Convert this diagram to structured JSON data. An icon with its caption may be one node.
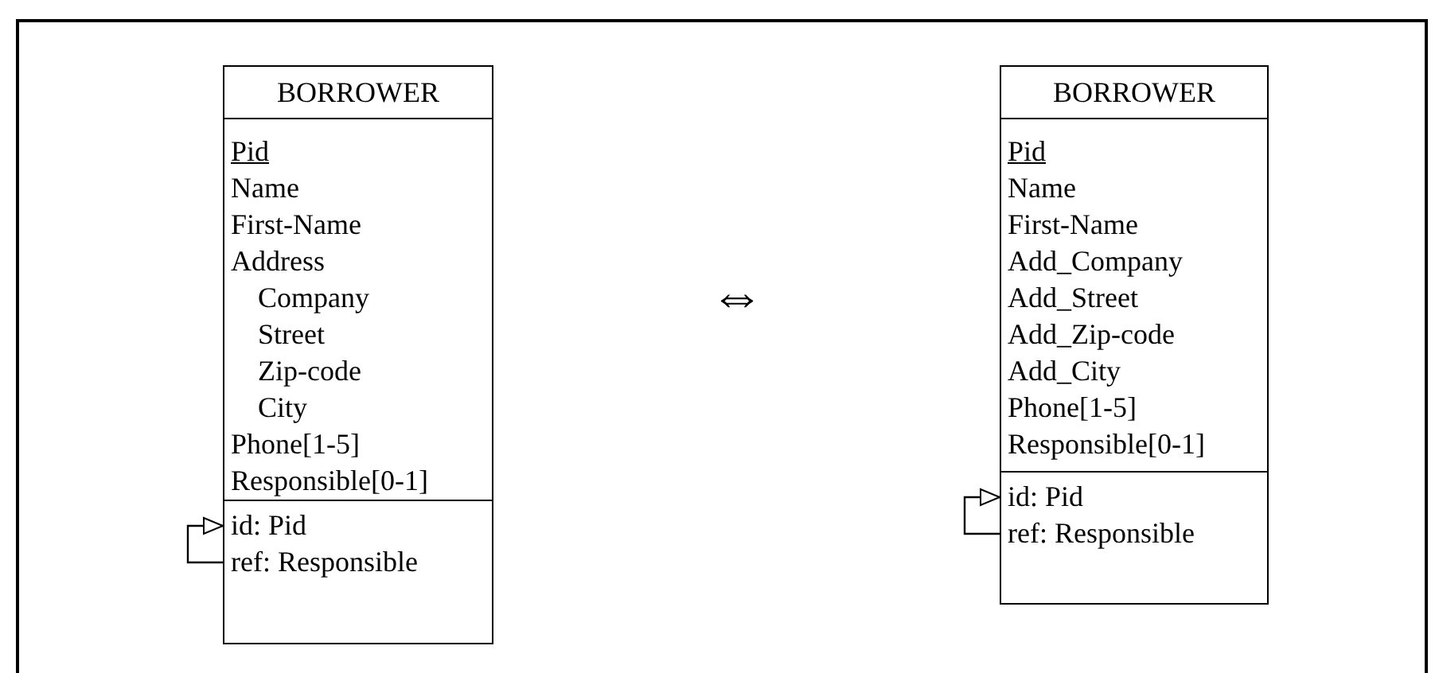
{
  "diagram": {
    "nodes": [
      {
        "text": [
          "BORROWER"
        ]
      },
      {
        "text": [
          "Pid",
          "Name",
          "First-Name",
          "Address",
          "Company",
          "Street",
          "Zip-code",
          "City",
          "Phone[1-5]",
          "Responsible[0-1]"
        ],
        "in": 0
      },
      {
        "text": [
          "id: Pid"
        ],
        "in": 0
      },
      {
        "text": [
          "ref: Responsible"
        ],
        "in": 0
      },
      {
        "text": [
          "BORROWER"
        ]
      },
      {
        "text": [
          "Pid",
          "Name",
          "First-Name",
          "Add_Company",
          "Add_Street",
          "Add_Zip-code",
          "Add_City",
          "Phone[1-5]",
          "Responsible[0-1]"
        ],
        "in": 4
      },
      {
        "text": [
          "id: Pid"
        ],
        "in": 4
      },
      {
        "text": [
          "ref: Responsible"
        ],
        "in": 4
      }
    ],
    "edges": [
      {
        "from": 3,
        "to": 2,
        "arrow": "to"
      },
      {
        "from": 7,
        "to": 6,
        "arrow": "to"
      }
    ],
    "labels": [
      "⇔"
    ]
  }
}
